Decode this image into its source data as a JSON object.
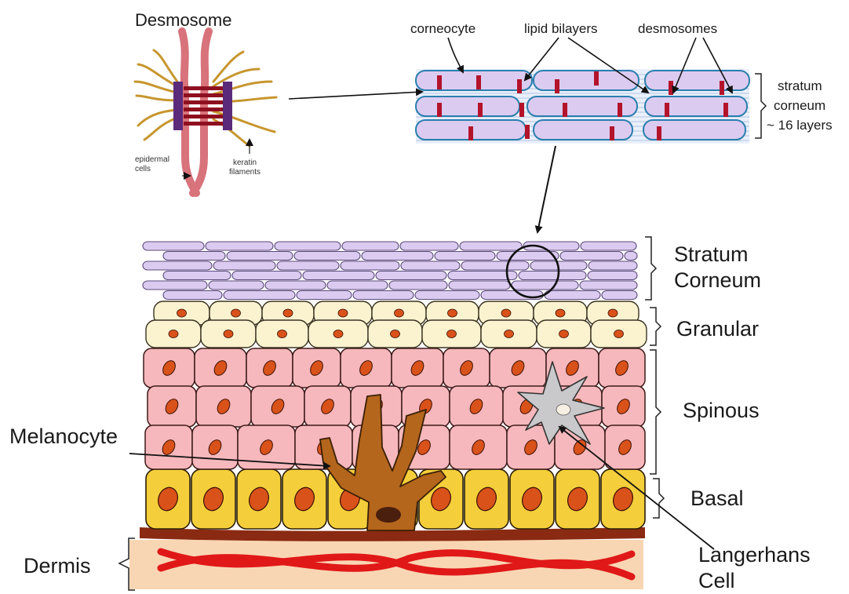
{
  "desmosome_panel": {
    "title": "Desmosome",
    "epidermal_cells_label": "epidermal\ncells",
    "keratin_filaments_label": "keratin\nfilaments"
  },
  "stratum_corneum_detail": {
    "corneocyte_label": "corneocyte",
    "lipid_bilayers_label": "lipid bilayers",
    "desmosomes_label": "desmosomes",
    "layer_note_lines": [
      "stratum",
      "corneum",
      "~ 16 layers"
    ]
  },
  "epidermis_layers": [
    {
      "id": "stratum-corneum",
      "lines": [
        "Stratum",
        "Corneum"
      ]
    },
    {
      "id": "granular",
      "lines": [
        "Granular"
      ]
    },
    {
      "id": "spinous",
      "lines": [
        "Spinous"
      ]
    },
    {
      "id": "basal",
      "lines": [
        "Basal"
      ]
    }
  ],
  "dermis_label": "Dermis",
  "cell_labels": {
    "melanocyte": "Melanocyte",
    "langerhans_lines": [
      "Langerhans",
      "Cell"
    ]
  },
  "colors": {
    "corneum_fill": "#dccbf0",
    "corneum_stroke": "#5a4a7a",
    "granular_fill": "#fbf3d0",
    "spinous_fill": "#f6b8bc",
    "basal_fill": "#f5cf3b",
    "nucleus_fill": "#d9521a",
    "melanocyte_fill": "#b4661c",
    "dermis_fill": "#f9d6b3",
    "basement_membrane": "#8a2a12",
    "vessel": "#e01818",
    "langerhans_fill": "#c9c9cc"
  }
}
